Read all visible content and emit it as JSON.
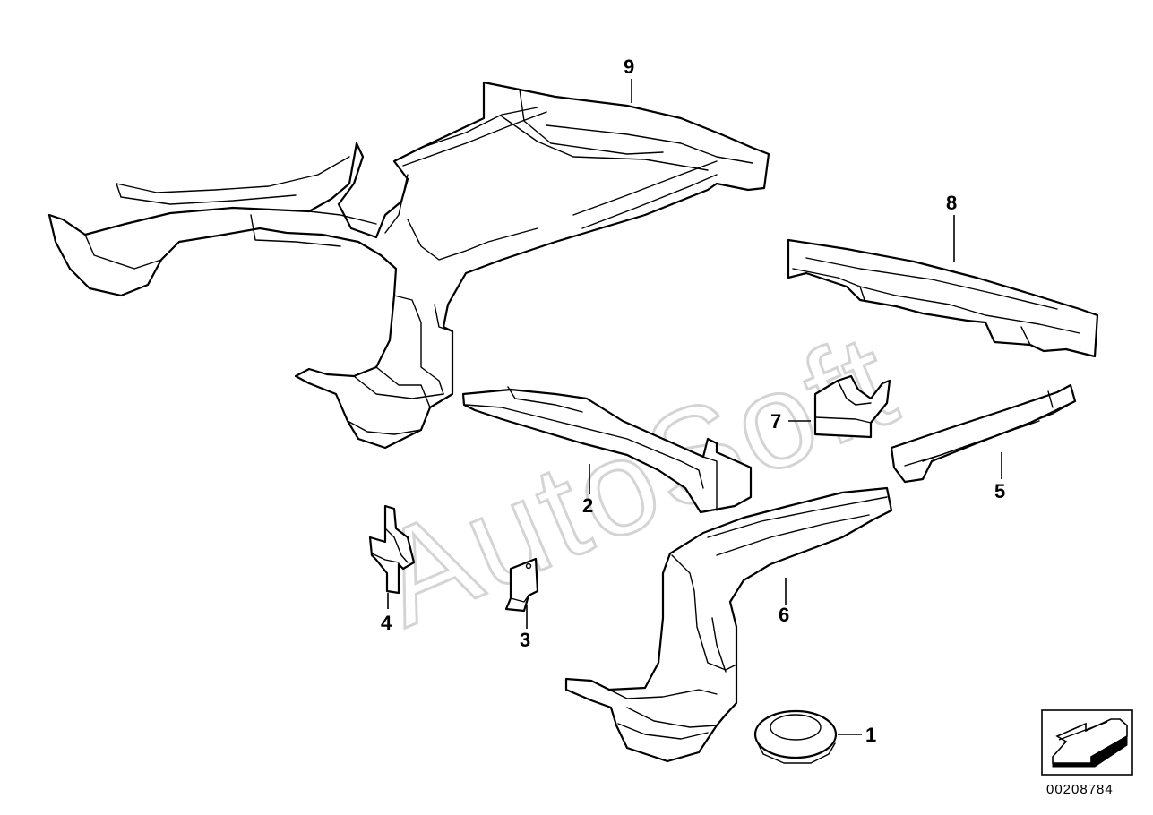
{
  "watermark": "AutoSoft",
  "callouts": {
    "c1": "1",
    "c2": "2",
    "c3": "3",
    "c4": "4",
    "c5": "5",
    "c6": "6",
    "c7": "7",
    "c8": "8",
    "c9": "9"
  },
  "document_number": "00208784",
  "icons": {
    "orientation": "direction-arrow-icon"
  }
}
